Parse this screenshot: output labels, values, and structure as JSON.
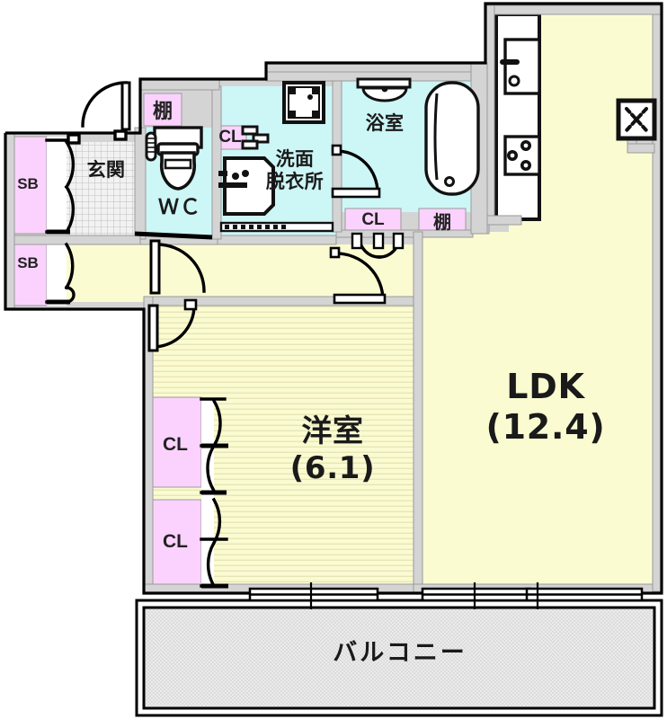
{
  "plan": {
    "type": "apartment-floor-plan",
    "layout_name": "1LDK",
    "colors": {
      "living_floor": "#fbfbd2",
      "wet_area": "#cdf6f6",
      "closet_pink": "#fbd2fd",
      "wall_gray": "#c9c9c9",
      "wall_fill": "#d4d4d4",
      "balcony_gray": "#e9e9e9",
      "outline_black": "#000000",
      "text": "#1a1a1a"
    },
    "rooms": [
      {
        "id": "ldk",
        "name": "LDK",
        "area": "(12.4)"
      },
      {
        "id": "bedroom",
        "name": "洋室",
        "area": "(6.1)"
      },
      {
        "id": "bath",
        "name": "浴室",
        "area": ""
      },
      {
        "id": "washroom",
        "name": "洗面",
        "name2": "脱衣所",
        "area": ""
      },
      {
        "id": "toilet",
        "name": "ＷＣ",
        "area": ""
      },
      {
        "id": "entrance",
        "name": "玄関",
        "area": ""
      },
      {
        "id": "balcony",
        "name": "バルコニー",
        "area": ""
      }
    ],
    "storage_tags": [
      {
        "id": "sb-upper",
        "label": "SB"
      },
      {
        "id": "sb-lower",
        "label": "SB"
      },
      {
        "id": "cl-bedroom-up",
        "label": "CL"
      },
      {
        "id": "cl-bedroom-low",
        "label": "CL"
      },
      {
        "id": "cl-washroom",
        "label": "CL"
      },
      {
        "id": "cl-hall",
        "label": "CL"
      },
      {
        "id": "tana-wc",
        "label": "棚"
      },
      {
        "id": "tana-hall",
        "label": "棚"
      }
    ],
    "fixtures": [
      {
        "id": "kitchen-sink",
        "label": "sink"
      },
      {
        "id": "kitchen-stove",
        "label": "gas-stove-3-burner"
      },
      {
        "id": "bathtub",
        "label": "bathtub"
      },
      {
        "id": "bath-vanity",
        "label": "bath-mirror-basin"
      },
      {
        "id": "toilet-unit",
        "label": "toilet"
      },
      {
        "id": "washing-machine",
        "label": "washing-machine-pan"
      },
      {
        "id": "vanity-basin",
        "label": "vanity-basin"
      },
      {
        "id": "ceiling-vent",
        "label": "ceiling-vent"
      }
    ]
  }
}
